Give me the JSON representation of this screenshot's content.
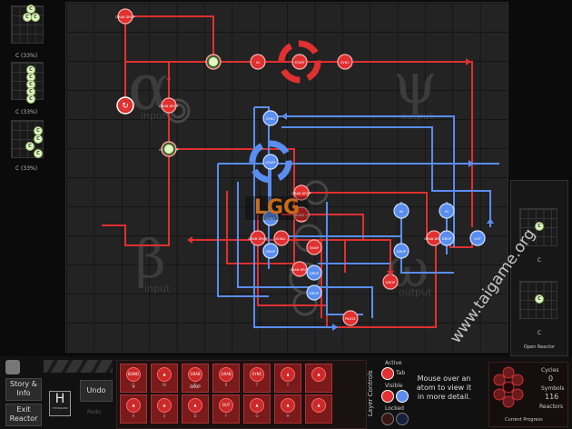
{
  "previews": [
    {
      "label": "C (33%)",
      "atoms": [
        "C",
        "C",
        "C"
      ]
    },
    {
      "label": "C (33%)",
      "atoms": [
        "C",
        "C",
        "C",
        "C",
        "C"
      ]
    },
    {
      "label": "C (33%)",
      "atoms": [
        "C",
        "C",
        "C",
        "C"
      ]
    }
  ],
  "reactor": {
    "zones": {
      "alpha_label": "input",
      "beta_label": "input",
      "psi_label": "output",
      "omega_label": "output"
    },
    "red_nodes": [
      "GRAB DROP",
      "GRAB DROP",
      "GRAB DROP",
      "SYNC",
      "IN",
      "START",
      "SYNC",
      "GRAB DROP",
      "BOND -",
      "GRAB DROP",
      "SWAP",
      "BOND +",
      "GRAB DROP",
      "OUT",
      "GRAB DROP",
      "DROP",
      "PAUSE"
    ],
    "blue_nodes": [
      "SYNC",
      "START",
      "SYNC",
      "GRAB",
      "DROP",
      "DROP",
      "IN",
      "IN",
      "DROP",
      "OUT",
      "DROP",
      "DROP"
    ]
  },
  "watermark": "LGG",
  "right_panel": {
    "top_label": "C",
    "bottom_label": "C",
    "open_reactor": "Open Reactor"
  },
  "bottom": {
    "story_info": "Story & Info",
    "exit_reactor": "Exit Reactor",
    "element_symbol": "H",
    "element_name": "HYDROGEN",
    "undo": "Undo",
    "redo": "Redo",
    "layer_controls": "Layer Controls",
    "active": "Active",
    "tab": "Tab",
    "visible": "Visible",
    "locked": "Locked",
    "hint": "Mouse over an atom to view it in more detail.",
    "cycles_label": "Cycles",
    "cycles_value": "0",
    "symbols_label": "Symbols",
    "symbols_value": "116",
    "reactors_label": "Reactors",
    "current_progress": "Current Progress",
    "palette_top": [
      "BOND +",
      "",
      "GRAB DROP",
      "GRAB",
      "SYNC",
      "",
      ""
    ],
    "palette_bottom": [
      "",
      "",
      "",
      "OUT",
      "",
      "",
      ""
    ],
    "palette_keys_top": [
      "Q",
      "W",
      "E",
      "R",
      "T",
      "Y"
    ],
    "palette_keys_bottom": [
      "A",
      "S",
      "D",
      "F",
      "G",
      "H"
    ]
  },
  "site_watermark": "www.taigame.org",
  "colors": {
    "red": "#e03030",
    "blue": "#5a8df0",
    "board": "#232323"
  }
}
